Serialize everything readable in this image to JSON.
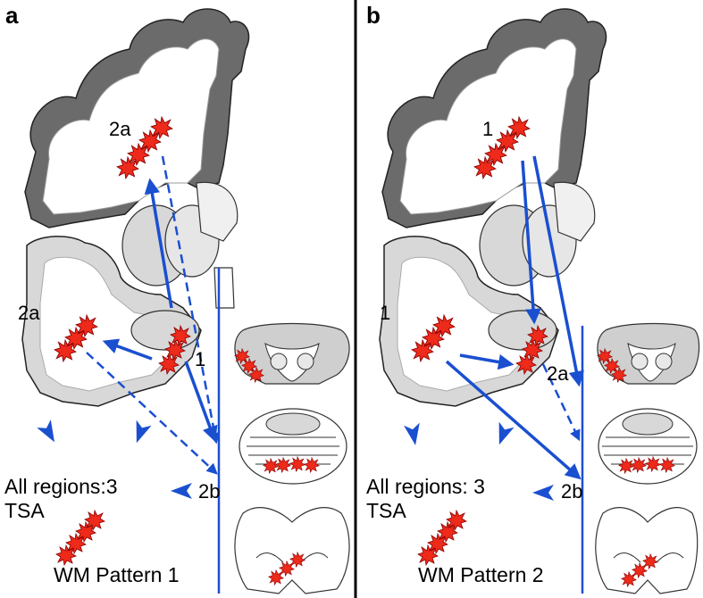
{
  "panels": [
    {
      "letter": "a",
      "labels": {
        "cortex_upper": "2a",
        "cortex_temporal": "2a",
        "stage_1": "1",
        "stage_2b": "2b",
        "all_regions": "All regions:3",
        "tsa": "TSA",
        "pattern": "WM Pattern 1"
      }
    },
    {
      "letter": "b",
      "labels": {
        "cortex_upper": "1",
        "cortex_temporal": "1",
        "stage_2a": "2a",
        "stage_2b": "2b",
        "all_regions": "All regions: 3",
        "tsa": "TSA",
        "pattern": "WM Pattern 2"
      }
    }
  ],
  "colors": {
    "arrow": "#1a4fd0",
    "lesion": "#ee2a1a",
    "lesion_edge": "#8a0000",
    "cortex_dark": "#6b6b6b",
    "cortex_light": "#d8d8d8",
    "outline": "#222222",
    "divider": "#000000"
  },
  "icons": [
    "star-lesion-icon",
    "arrow-icon",
    "brainstem-section-icon",
    "cerebellum-section-icon"
  ]
}
